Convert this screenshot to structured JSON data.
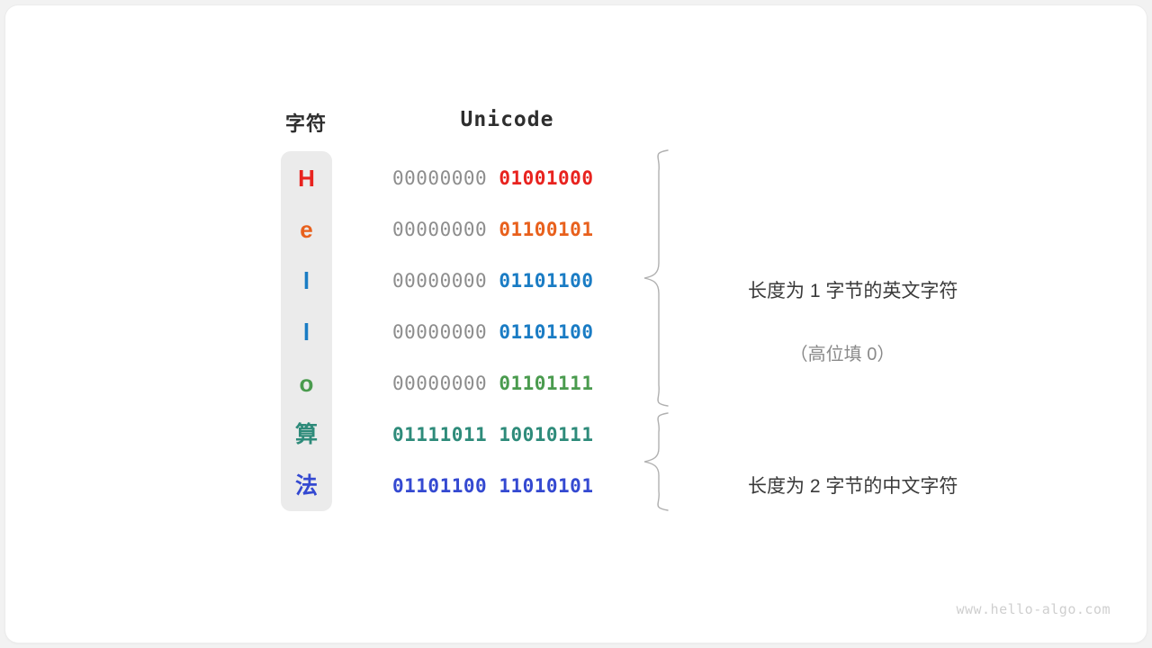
{
  "figure": {
    "headers": {
      "char": "字符",
      "unicode": "Unicode"
    },
    "rows": [
      {
        "char": "H",
        "color": "#e8231f",
        "high_byte": "00000000",
        "low_byte": "01001000",
        "high_filled": false,
        "cjk": false
      },
      {
        "char": "e",
        "color": "#e8601c",
        "high_byte": "00000000",
        "low_byte": "01100101",
        "high_filled": false,
        "cjk": false
      },
      {
        "char": "l",
        "color": "#1a7cc4",
        "high_byte": "00000000",
        "low_byte": "01101100",
        "high_filled": false,
        "cjk": false
      },
      {
        "char": "l",
        "color": "#1a7cc4",
        "high_byte": "00000000",
        "low_byte": "01101100",
        "high_filled": false,
        "cjk": false
      },
      {
        "char": "o",
        "color": "#4a9b4e",
        "high_byte": "00000000",
        "low_byte": "01101111",
        "high_filled": false,
        "cjk": false
      },
      {
        "char": "算",
        "color": "#2e8b7a",
        "high_byte": "01111011",
        "low_byte": "10010111",
        "high_filled": true,
        "cjk": true
      },
      {
        "char": "法",
        "color": "#3449d1",
        "high_byte": "01101100",
        "low_byte": "11010101",
        "high_filled": true,
        "cjk": true
      }
    ],
    "annotations": [
      {
        "main": "长度为 1 字节的英文字符",
        "sub": "（高位填 0）"
      },
      {
        "main": "长度为 2 字节的中文字符",
        "sub": ""
      }
    ],
    "watermark": "www.hello-algo.com",
    "colors": {
      "panel_background": "#ebebeb",
      "high_byte_gray": "#8d8d8d",
      "brace": "#b0b0b0",
      "annotation_main": "#3a3a3a",
      "annotation_sub": "#8a8a8a",
      "card_background": "#ffffff",
      "page_background": "#f2f2f2"
    }
  }
}
